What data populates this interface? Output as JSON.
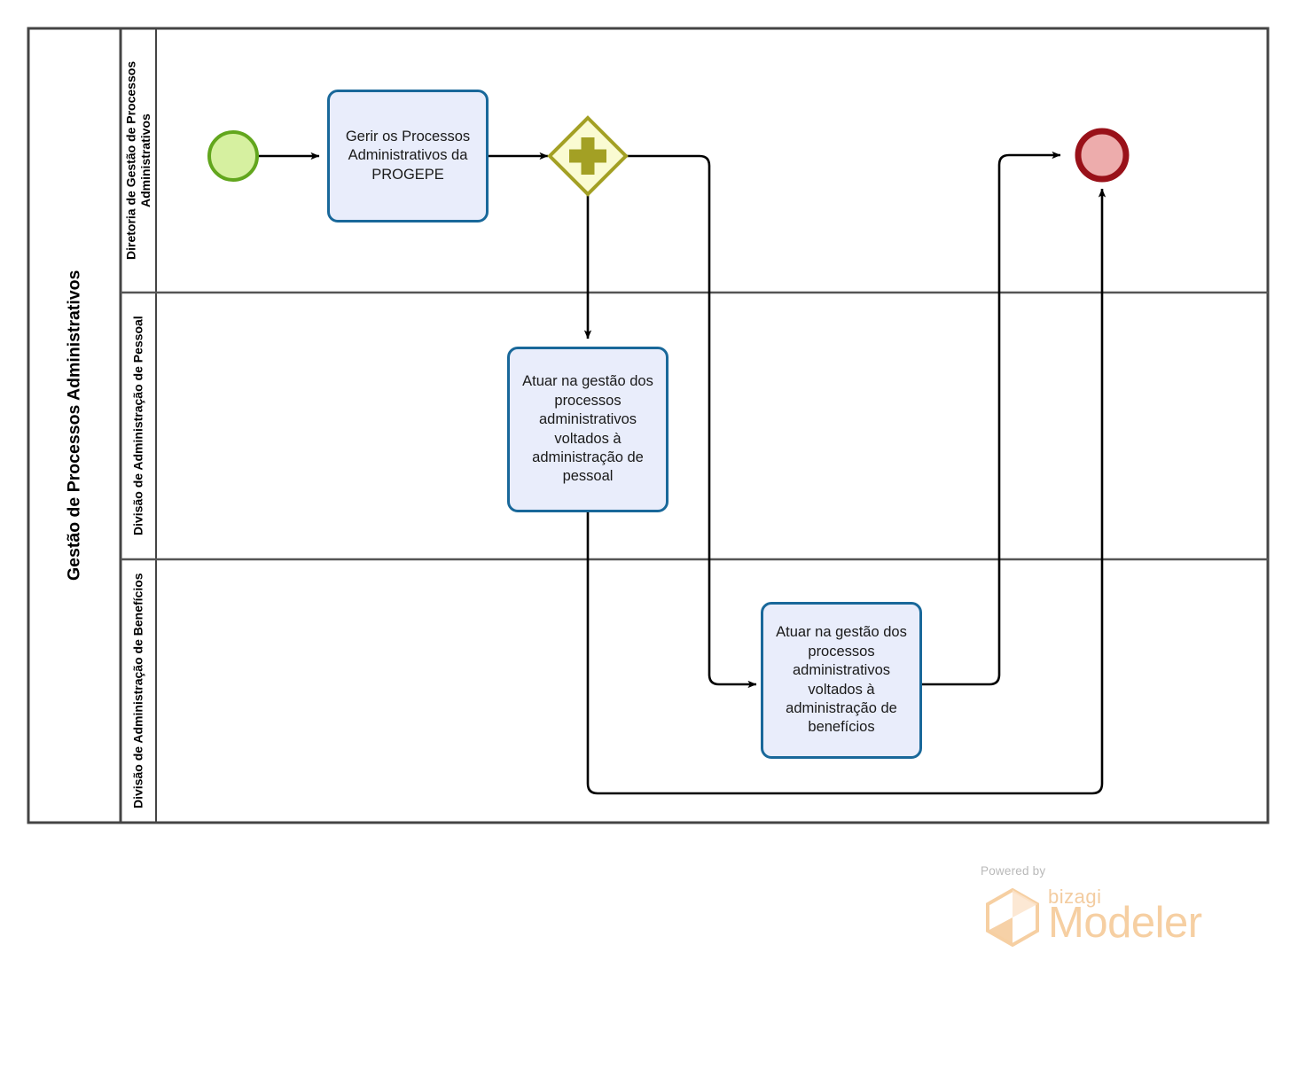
{
  "diagram": {
    "type": "bpmn-process",
    "pool_title": "Gestão de Processos Administrativos",
    "lanes": [
      {
        "id": "lane-diretoria",
        "label": "Diretoria de Gestão de Processos Administrativos"
      },
      {
        "id": "lane-pessoal",
        "label": "Divisão de Administração de Pessoal"
      },
      {
        "id": "lane-beneficios",
        "label": "Divisão de Administração de Benefícios"
      }
    ],
    "events": {
      "start": {
        "name": "start-event",
        "type": "none-start-event",
        "fill": "#d6f0a0",
        "stroke": "#62a61d"
      },
      "end": {
        "name": "end-event",
        "type": "none-end-event",
        "fill": "#edacac",
        "stroke": "#991119"
      }
    },
    "gateway": {
      "name": "parallel-gateway",
      "type": "parallel",
      "symbol": "+",
      "fill": "#fafbd2",
      "stroke": "#a3a024"
    },
    "tasks": [
      {
        "id": "task-gerir",
        "label": "Gerir os Processos Administrativos da PROGEPE",
        "lane": "lane-diretoria"
      },
      {
        "id": "task-pessoal",
        "label": "Atuar na gestão dos processos administrativos voltados à administração de pessoal",
        "lane": "lane-pessoal"
      },
      {
        "id": "task-beneficios",
        "label": "Atuar na gestão dos processos administrativos voltados à administração de benefícios",
        "lane": "lane-beneficios"
      }
    ],
    "colors": {
      "task_fill": "#e9edfb",
      "task_stroke": "#19689a",
      "pool_stroke": "#444444",
      "lane_divider": "#555555",
      "connector": "#000000"
    }
  },
  "footer": {
    "powered_by": "Powered by",
    "brand": "bizagi",
    "product": "Modeler",
    "logo_icon": "hexagon-icon",
    "logo_color": "#f6cfa2"
  }
}
